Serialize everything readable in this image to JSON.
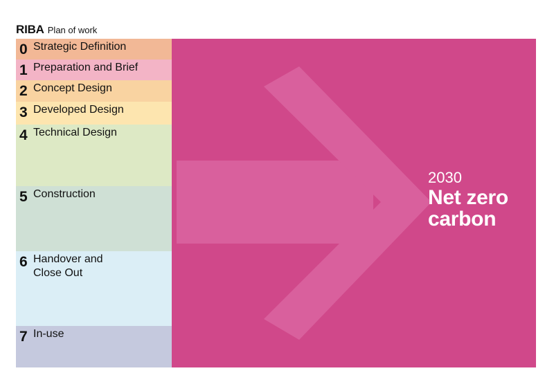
{
  "header": {
    "brand": "RIBA",
    "subtitle": "Plan of work"
  },
  "stages": [
    {
      "number": "0",
      "label": "Strategic Definition",
      "color": "#f2b896"
    },
    {
      "number": "1",
      "label": "Preparation and Brief",
      "color": "#f3b4c6"
    },
    {
      "number": "2",
      "label": "Concept Design",
      "color": "#f9d3a1"
    },
    {
      "number": "3",
      "label": "Developed Design",
      "color": "#fde5af"
    },
    {
      "number": "4",
      "label": "Technical Design",
      "color": "#dde9c5"
    },
    {
      "number": "5",
      "label": "Construction",
      "color": "#cfe0d5"
    },
    {
      "number": "6",
      "label": "Handover and\nClose Out",
      "color": "#dbeef6"
    },
    {
      "number": "7",
      "label": "In-use",
      "color": "#c5c9de"
    }
  ],
  "target": {
    "year": "2030",
    "goal": "Net zero\ncarbon"
  },
  "colors": {
    "panel": "#d0488a",
    "arrow": "#d9609d",
    "target_text": "#ffffff"
  },
  "icons": {
    "arrow": "right-arrow-icon"
  }
}
